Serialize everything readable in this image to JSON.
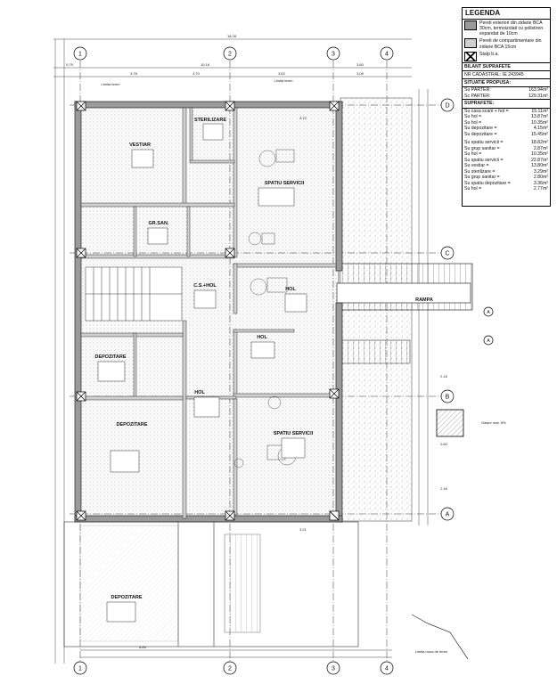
{
  "legend": {
    "title": "LEGENDA",
    "items": [
      {
        "text": "Pereti exteriori din zidarie BCA 30cm, termoizolati cu polistiren expandat de 10cm",
        "fill": "#9a9a9a"
      },
      {
        "text": "Pereti de compartimentare din zidarie BCA 15cm",
        "fill": "#d0d0d0"
      },
      {
        "text": "Stalp b.a.",
        "fill": "none"
      }
    ],
    "bilant_title": "BILANT SUPRAFETE",
    "cadastral": "NR CADASTRAL: IE 243945",
    "situatie_title": "SITUATIE PROPUSA:",
    "situatie": [
      {
        "label": "Su PARTER:",
        "value": "163.94m²"
      },
      {
        "label": "Sc PARTER:",
        "value": "129.31m²"
      }
    ],
    "suprafete_title": "SUPRAFETE:",
    "areas_a": [
      {
        "label": "Su casa scarii + hol =",
        "value": "15.11m²"
      },
      {
        "label": "Su hol =",
        "value": "13.87m²"
      },
      {
        "label": "Su hol =",
        "value": "10.35m²"
      },
      {
        "label": "Su depozitare =",
        "value": "4.15m²"
      },
      {
        "label": "Su depozitare =",
        "value": "15.45m²"
      }
    ],
    "areas_b": [
      {
        "label": "Su spatiu servicii =",
        "value": "18.82m²"
      },
      {
        "label": "Su grup sanitar =",
        "value": "2.87m²"
      },
      {
        "label": "Su hol =",
        "value": "10.35m²"
      },
      {
        "label": "Su spatiu servicii =",
        "value": "22.87m²"
      },
      {
        "label": "Su vestiar =",
        "value": "13.80m²"
      },
      {
        "label": "Su sterilizare =",
        "value": "3.29m²"
      },
      {
        "label": "Su grup sanitar =",
        "value": "2.80m²"
      },
      {
        "label": "Su spatiu depozitare =",
        "value": "3.36m²"
      },
      {
        "label": "Su hol =",
        "value": "2.77m²"
      }
    ]
  },
  "axes": {
    "columns": [
      "1",
      "2",
      "3",
      "4"
    ],
    "rows": [
      "D",
      "C",
      "B",
      "A"
    ],
    "side_markers": [
      "A"
    ]
  },
  "rooms": {
    "vestiar": "VESTIAR",
    "spatiu_servicii_top": "SPATIU SERVICII",
    "sterilizare": "STERILIZARE",
    "gr_sanitar": "GR.SAN.",
    "hol_center": "HOL",
    "hol_small": "HOL",
    "ca_hol": "C.S.+HOL",
    "depozitare_top": "DEPOZITARE",
    "hol_lower": "HOL",
    "depozitare_mid": "DEPOZITARE",
    "spatiu_servicii_bottom": "SPATIU SERVICII",
    "depozitare_bottom": "DEPOZITARE",
    "rampa": "RAMPA",
    "rampa_label": "RAMPA"
  },
  "dimensions": {
    "top_total": "18.28",
    "top_parts": [
      "3.78",
      "3.70",
      "3.62",
      "3.09"
    ],
    "top_parts2": [
      "0.79",
      "10.16",
      "3.60"
    ],
    "right_dims": [
      "3.72",
      "2.16",
      "0.60",
      "2.16"
    ],
    "bottom_dims": [
      "6.85",
      "3.21"
    ]
  },
  "notes": {
    "limita_teren": "Limita teren",
    "limita_noua": "Limita noua de teren",
    "gasire": "Gasire mat. 8%"
  },
  "colors": {
    "wall": "#9a9a9a",
    "partition": "#d0d0d0",
    "line": "#222222",
    "hatch": "#666666"
  }
}
